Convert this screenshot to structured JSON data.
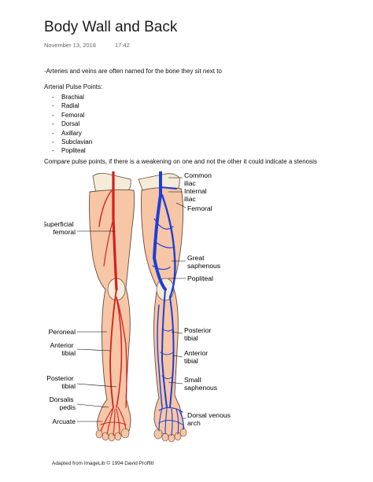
{
  "doc": {
    "title": "Body Wall and Back",
    "date": "November 13, 2018",
    "time": "17:42",
    "note1": "-Arteries and veins are often named for the bone they sit next to",
    "pulse_heading": "Arterial Pulse Points:",
    "pulse_points": [
      "Brachial",
      "Radial",
      "Femoral",
      "Dorsal",
      "Axillary",
      "Subclavian",
      "Popliteal"
    ],
    "note2": "Compare pulse points, if there is a weakening on one and not the other it could indicate a stenosis"
  },
  "figure": {
    "left_labels": {
      "superficial": [
        "Superficial",
        "femoral"
      ],
      "peroneal": "Peroneal",
      "anterior_tibial": [
        "Anterior",
        "tibial"
      ],
      "posterior_tibial": [
        "Posterior",
        "tibial"
      ],
      "dorsalis_pedis": [
        "Dorsalis",
        "pedis"
      ],
      "arcuate": "Arcuate"
    },
    "right_labels": {
      "common_iliac": [
        "Common",
        "iliac"
      ],
      "internal_iliac": [
        "Internal",
        "iliac"
      ],
      "femoral": "Femoral",
      "great_saphenous": [
        "Great",
        "saphenous"
      ],
      "popliteal": "Popliteal",
      "posterior_tibial": [
        "Posterior",
        "tibial"
      ],
      "anterior_tibial": [
        "Anterior",
        "tibial"
      ],
      "small_saphenous": [
        "Small",
        "saphenous"
      ],
      "dorsal_venous_arch": [
        "Dorsal venous",
        "arch"
      ]
    },
    "credit": "Adapted from ImageLib © 1994 David Proffitt",
    "colors": {
      "skin": "#f6c6a6",
      "artery": "#d41f1f",
      "vein": "#1e3fd6",
      "bone": "#f4ecd8",
      "outline": "#6b4a3a"
    }
  }
}
